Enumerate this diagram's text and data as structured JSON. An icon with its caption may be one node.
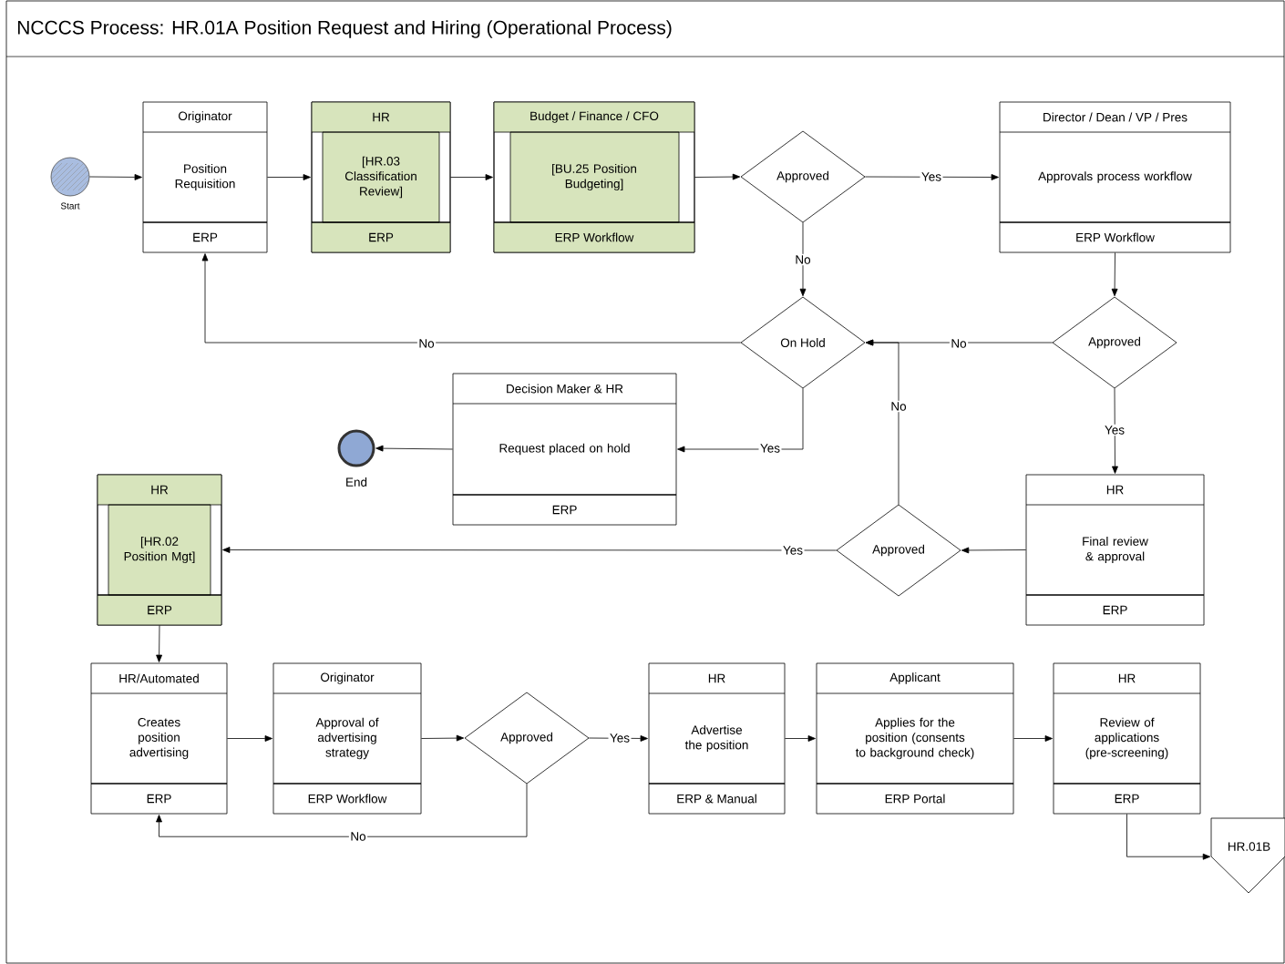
{
  "diagram": {
    "title": "NCCCS Process: HR.01A Position Request and Hiring (Operational Process)",
    "nodes": [
      {
        "text": [],
        "shape": "circle",
        "beside": [
          "Start"
        ]
      },
      {
        "text": [
          "Originator",
          "Position Requisition",
          "ERP"
        ]
      },
      {
        "text": [
          "HR",
          "[HR.03 Classification Review]",
          "ERP"
        ]
      },
      {
        "text": [
          "Budget / Finance / CFO",
          "[BU.25 Position Budgeting]",
          "ERP Workflow"
        ]
      },
      {
        "text": [
          "Approved"
        ]
      },
      {
        "text": [
          "Director / Dean / VP / Pres",
          "Approvals process workflow",
          "ERP Workflow"
        ]
      },
      {
        "text": [
          "On Hold"
        ]
      },
      {
        "text": [
          "Approved"
        ]
      },
      {
        "text": [
          "Decision Maker & HR",
          "Request placed on hold",
          "ERP"
        ]
      },
      {
        "text": [],
        "shape": "circle",
        "beside": [
          "End"
        ]
      },
      {
        "text": [
          "HR",
          "[HR.02 Position Mgt]",
          "ERP"
        ]
      },
      {
        "text": [
          "HR",
          "Final review & approval",
          "ERP"
        ]
      },
      {
        "text": [
          "Approved"
        ]
      },
      {
        "text": [
          "HR/Automated",
          "Creates position advertising",
          "ERP"
        ]
      },
      {
        "text": [
          "Originator",
          "Approval of advertising strategy",
          "ERP Workflow"
        ]
      },
      {
        "text": [
          "Approved"
        ]
      },
      {
        "text": [
          "HR",
          "Advertise the position",
          "ERP & Manual"
        ]
      },
      {
        "text": [
          "Applicant",
          "Applies for the position (consents to background check)",
          "ERP Portal"
        ]
      },
      {
        "text": [
          "HR",
          "Review of applications (pre-screening)",
          "ERP"
        ]
      },
      {
        "text": [
          "HR.01B"
        ]
      }
    ],
    "edges": [
      {
        "from": 0,
        "to": 1,
        "arrow": "to"
      },
      {
        "from": 1,
        "to": 2,
        "arrow": "to"
      },
      {
        "from": 2,
        "to": 3,
        "arrow": "to"
      },
      {
        "from": 3,
        "to": 4,
        "arrow": "to"
      },
      {
        "from": 4,
        "to": 5,
        "arrow": "to",
        "label": "Yes"
      },
      {
        "from": 4,
        "to": 6,
        "arrow": "to",
        "label": "No"
      },
      {
        "from": 6,
        "to": 1,
        "arrow": "to",
        "label": "No"
      },
      {
        "from": 5,
        "to": 7,
        "arrow": "to"
      },
      {
        "from": 7,
        "to": 6,
        "arrow": "to",
        "label": "No"
      },
      {
        "from": 6,
        "to": 8,
        "arrow": "to",
        "label": "Yes"
      },
      {
        "from": 8,
        "to": 9,
        "arrow": "to"
      },
      {
        "from": 7,
        "to": 11,
        "arrow": "to",
        "label": "Yes"
      },
      {
        "from": 11,
        "to": 12,
        "arrow": "to"
      },
      {
        "from": 12,
        "to": 10,
        "arrow": "to",
        "label": "Yes"
      },
      {
        "from": 12,
        "to": 6,
        "arrow": "to",
        "label": "No"
      },
      {
        "from": 10,
        "to": 13,
        "arrow": "to"
      },
      {
        "from": 13,
        "to": 14,
        "arrow": "to"
      },
      {
        "from": 14,
        "to": 15,
        "arrow": "to"
      },
      {
        "from": 15,
        "to": 16,
        "arrow": "to",
        "label": "Yes"
      },
      {
        "from": 15,
        "to": 13,
        "arrow": "to",
        "label": "No"
      },
      {
        "from": 16,
        "to": 17,
        "arrow": "to"
      },
      {
        "from": 17,
        "to": 18,
        "arrow": "to"
      },
      {
        "from": 18,
        "to": 19,
        "arrow": "to"
      }
    ]
  }
}
